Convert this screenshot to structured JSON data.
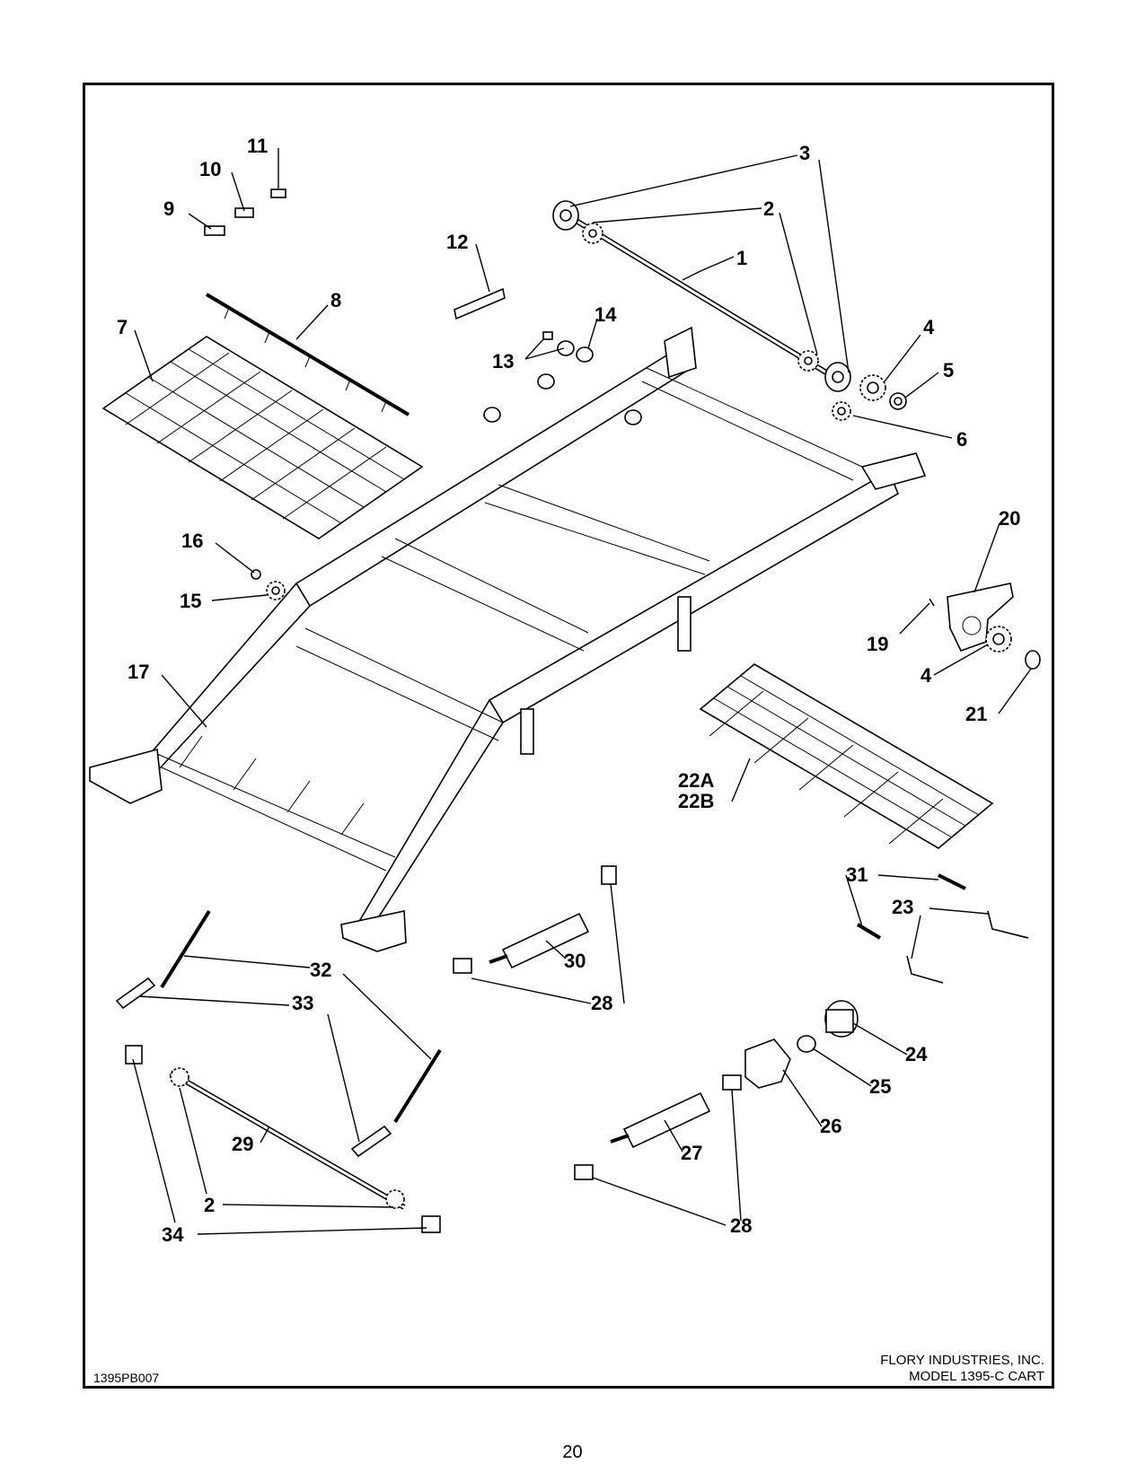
{
  "drawing_id": "1395PB007",
  "title_block": {
    "company": "FLORY INDUSTRIES, INC.",
    "model": "MODEL 1395-C CART"
  },
  "page_number": "20",
  "callouts": {
    "c1": "1",
    "c2": "2",
    "c3": "3",
    "c4": "4",
    "c5": "5",
    "c6": "6",
    "c7": "7",
    "c8": "8",
    "c9": "9",
    "c10": "10",
    "c11": "11",
    "c12": "12",
    "c13": "13",
    "c14": "14",
    "c15": "15",
    "c16": "16",
    "c17": "17",
    "c19": "19",
    "c20": "20",
    "c21": "21",
    "c22a": "22A",
    "c22b": "22B",
    "c23": "23",
    "c24": "24",
    "c25": "25",
    "c26": "26",
    "c27": "27",
    "c28": "28",
    "c29": "29",
    "c30": "30",
    "c31": "31",
    "c32": "32",
    "c33": "33",
    "c34": "34"
  }
}
